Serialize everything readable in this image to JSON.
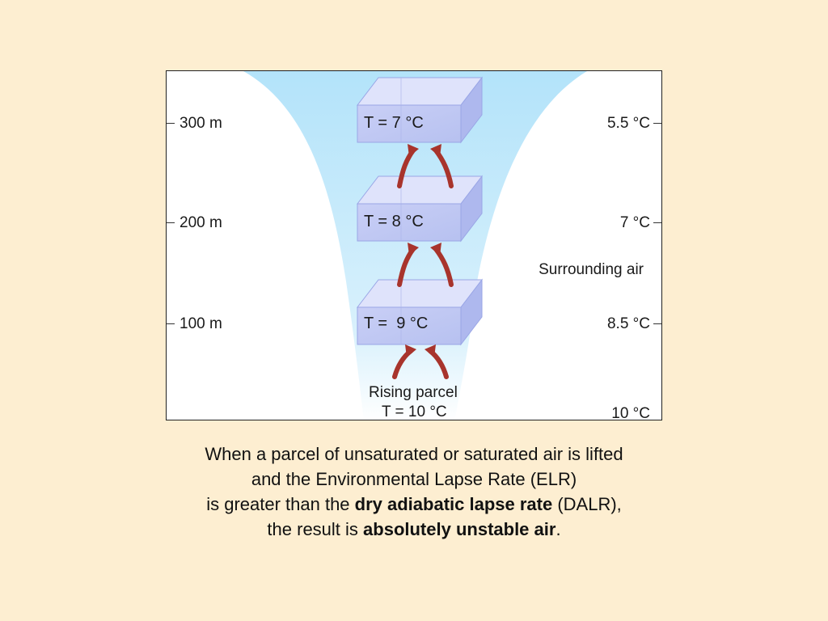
{
  "diagram": {
    "left_labels": [
      "300 m",
      "200 m",
      "100 m"
    ],
    "right_labels": [
      "5.5 °C",
      "7 °C",
      "8.5 °C",
      "10 °C"
    ],
    "surrounding_label": "Surrounding air",
    "boxes": [
      "T = 7 °C",
      "T = 8 °C",
      "T =  9 °C"
    ],
    "parcel_label_line1": "Rising parcel",
    "parcel_label_line2": "T = 10 °C"
  },
  "caption": {
    "line1": "When a parcel of unsaturated or saturated air is lifted",
    "line2": "and the Environmental Lapse Rate (ELR)",
    "line3_pre": "is greater than the ",
    "line3_bold": "dry adiabatic lapse rate",
    "line3_post": " (DALR),",
    "line4_pre": "the result is ",
    "line4_bold": "absolutely unstable air",
    "line4_post": "."
  },
  "colors": {
    "background": "#fdeed1",
    "air_column": "#b9e6fb",
    "parcel_box": "#c5cdf4",
    "arrow": "#a8342c"
  }
}
